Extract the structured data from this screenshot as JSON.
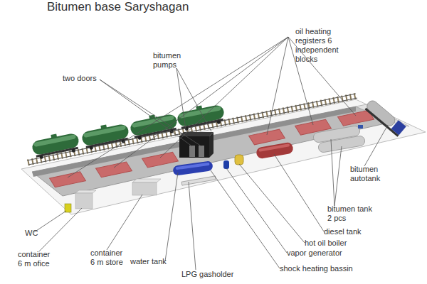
{
  "diagram": {
    "title": "Bitumen base Saryshagan",
    "labels": [
      "oil heating registers 6 independent blocks",
      "bitumen pumps",
      "two doors",
      "bitumen autotank",
      "bitumen tank 2 pcs",
      "diesel tank",
      "hot oil boiler",
      "vapor generator",
      "shock heating bassin",
      "LPG gasholder",
      "water tank",
      "container 6 m store",
      "container 6 m ofice",
      "WC"
    ]
  }
}
